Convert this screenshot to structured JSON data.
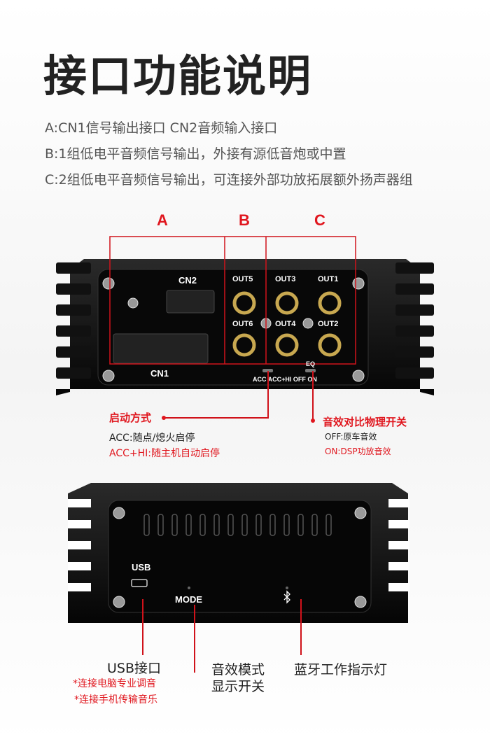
{
  "title": "接口功能说明",
  "descriptions": [
    "A:CN1信号输出接口  CN2音频输入接口",
    "B:1组低电平音频信号输出，外接有源低音炮或中置",
    "C:2组低电平音频信号输出，可连接外部功放拓展额外扬声器组"
  ],
  "sections": {
    "a": "A",
    "b": "B",
    "c": "C"
  },
  "front_panel": {
    "cn2": "CN2",
    "cn1": "CN1",
    "outs": [
      "OUT5",
      "OUT3",
      "OUT1",
      "OUT6",
      "OUT4",
      "OUT2"
    ],
    "eq": "EQ",
    "switch_labels": "ACC ACC+HI OFF ON"
  },
  "startup": {
    "title": "启动方式",
    "acc": "ACC:随点/熄火启停",
    "acc_hi": "ACC+HI:随主机自动启停"
  },
  "eq_switch": {
    "title": "音效对比物理开关",
    "off": "OFF:原车音效",
    "on": "ON:DSP功放音效"
  },
  "rear_panel": {
    "usb": "USB",
    "mode": "MODE"
  },
  "usb": {
    "title": "USB接口",
    "note1": "*连接电脑专业调音",
    "note2": "*连接手机传输音乐"
  },
  "mode": {
    "line1": "音效模式",
    "line2": "显示开关"
  },
  "bluetooth": {
    "title": "蓝牙工作指示灯"
  },
  "colors": {
    "accent": "#e0161e",
    "panel": "#0b0b0b"
  }
}
